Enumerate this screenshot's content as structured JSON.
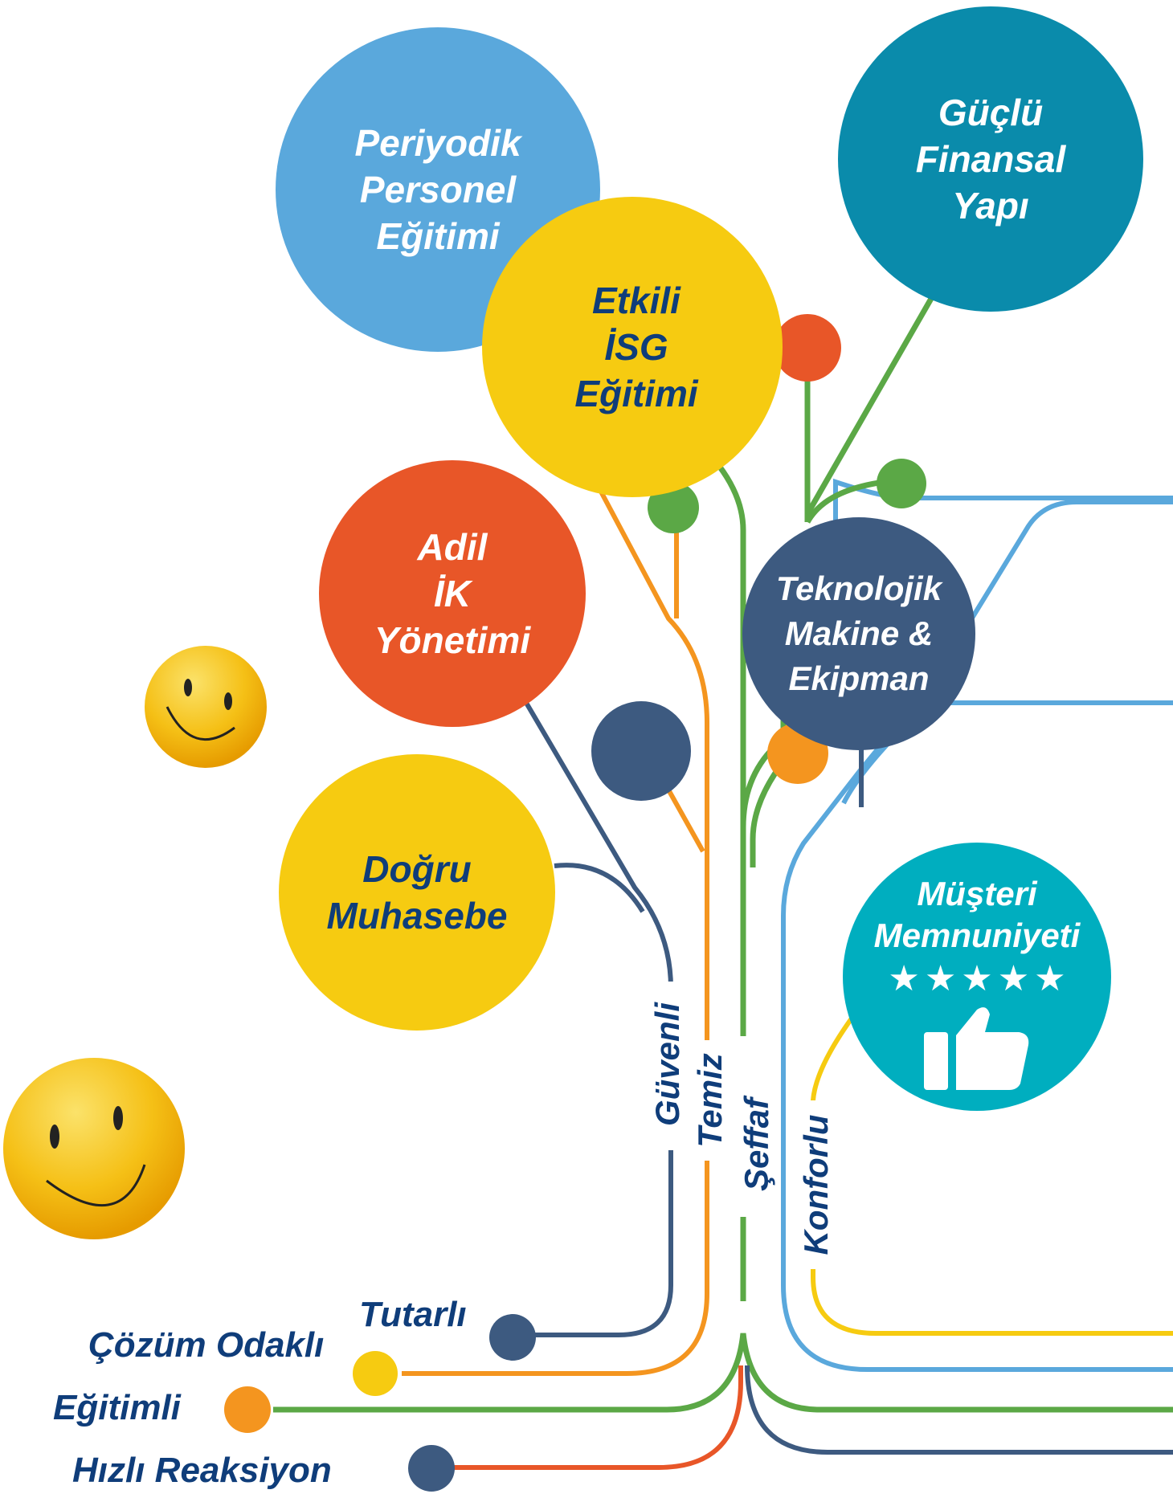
{
  "bubbles": {
    "periyodik": [
      "Periyodik",
      "Personel",
      "Eğitimi"
    ],
    "guclu": [
      "Güçlü",
      "Finansal",
      "Yapı"
    ],
    "etkili": [
      "Etkili",
      "İSG",
      "Eğitimi"
    ],
    "adil": [
      "Adil",
      "İK",
      "Yönetimi"
    ],
    "teknolojik": [
      "Teknolojik",
      "Makine &",
      "Ekipman"
    ],
    "dogru": [
      "Doğru",
      "Muhasebe"
    ],
    "musteri": [
      "Müşteri",
      "Memnuniyeti"
    ]
  },
  "stems": {
    "guvenli": "Güvenli",
    "temiz": "Temiz",
    "seffaf": "Şeffaf",
    "konforlu": "Konforlu"
  },
  "roots": {
    "tutarli": "Tutarlı",
    "cozum_odakli": "Çözüm Odaklı",
    "egitimli": "Eğitimli",
    "hizli_reaksiyon": "Hızlı Reaksiyon"
  },
  "colors": {
    "blue": "#5aa8dc",
    "teal": "#0a8bab",
    "yellow": "#f6cb11",
    "red_orange": "#e85628",
    "navy": "#3d5a80",
    "green": "#5ba846",
    "orange": "#f4951f",
    "cyan": "#00aebf",
    "label": "#0f3d7a"
  },
  "icons": {
    "smiley": "smiley-face-icon",
    "stars": "five-star-rating-icon",
    "thumb": "thumbs-up-icon"
  }
}
